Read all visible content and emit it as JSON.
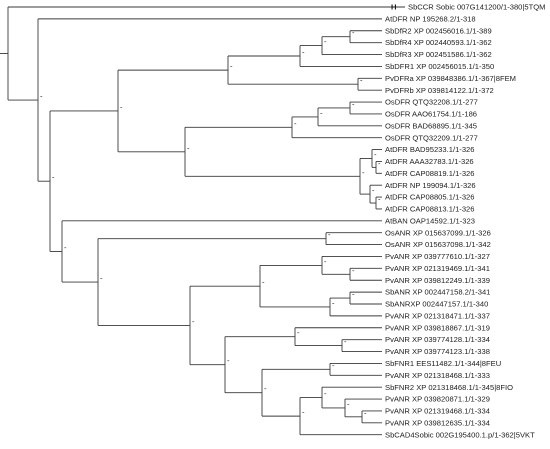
{
  "tree": {
    "root_tag": "H",
    "node_mark": "-",
    "leaves": [
      "SbCCR Sobic 007G141200/1-380|5TQM",
      "AtDFR NP 195268.2/1-318",
      "SbDfR2 XP 002456016.1/1-389",
      "SbDfR4 XP 002440593.1/1-362",
      "SbDfR3 XP 002451586.1/1-362",
      "SbDFR1 XP 002456015.1/1-350",
      "PvDFRa XP 039848386.1/1-367|8FEM",
      "PvDFRb XP 039814122.1/1-372",
      "OsDFR QTQ32208.1/1-277",
      "OsDFR AAO61754.1/1-186",
      "OsDFR BAD68895.1/1-345",
      "OsDFR QTQ32209.1/1-277",
      "AtDFR BAD95233.1/1-326",
      "AtDFR AAA32783.1/1-326",
      "AtDFR CAP08819.1/1-326",
      "AtDFR NP 199094.1/1-326",
      "AtDFR CAP08805.1/1-326",
      "AtDFR CAP08813.1/1-326",
      "AtBAN OAP14592.1/1-323",
      "OsANR XP 015637099.1/1-326",
      "OsANR XP 015637098.1/1-342",
      "PvANR XP 039777610.1/1-327",
      "PvANR XP 021319469.1/1-341",
      "PvANR XP 039812249.1/1-339",
      "SbANR XP 002447158.2/1-341",
      "SbANRXP 002447157.1/1-340",
      "PvANR XP 021318471.1/1-337",
      "PvANR XP 039818867.1/1-319",
      "PvANR XP 039774128.1/1-334",
      "PvANR XP 039774123.1/1-338",
      "SbFNR1 EES11482.1/1-344|8FEU",
      "PvANR XP 021318468.1/1-333",
      "SbFNR2 XP 021318468.1/1-345|8FIO",
      "PvANR XP 039820871.1/1-329",
      "PvANR XP 021319468.1/1-334",
      "PvANR XP 039812635.1/1-334",
      "SbCAD4Sobic 002G195400.1.p/1-362|5VKT"
    ]
  }
}
